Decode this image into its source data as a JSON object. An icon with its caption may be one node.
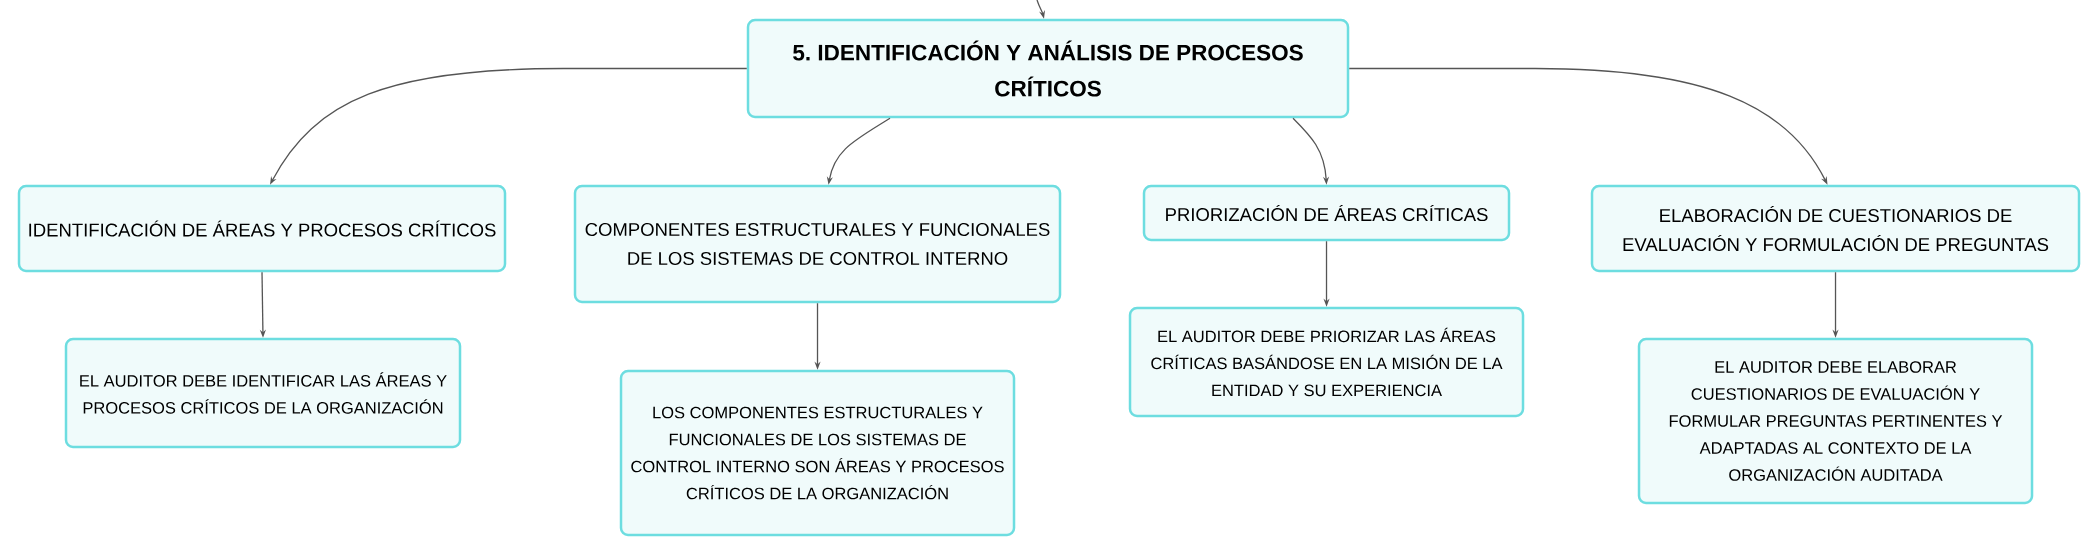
{
  "diagram": {
    "nodes": [
      {
        "text": [
          "5. IDENTIFICACIÓN Y ANÁLISIS DE PROCESOS CRÍTICOS"
        ]
      },
      {
        "text": [
          "IDENTIFICACIÓN DE ÁREAS Y PROCESOS CRÍTICOS"
        ]
      },
      {
        "text": [
          "EL AUDITOR DEBE IDENTIFICAR LAS ÁREAS Y PROCESOS CRÍTICOS DE LA ORGANIZACIÓN"
        ]
      },
      {
        "text": [
          "COMPONENTES ESTRUCTURALES Y FUNCIONALES DE LOS SISTEMAS DE CONTROL INTERNO"
        ]
      },
      {
        "text": [
          "LOS COMPONENTES ESTRUCTURALES Y FUNCIONALES DE LOS SISTEMAS DE CONTROL INTERNO SON ÁREAS Y PROCESOS CRÍTICOS DE LA ORGANIZACIÓN"
        ]
      },
      {
        "text": [
          "PRIORIZACIÓN DE ÁREAS CRÍTICAS"
        ]
      },
      {
        "text": [
          "EL AUDITOR DEBE PRIORIZAR LAS ÁREAS CRÍTICAS BASÁNDOSE EN LA MISIÓN DE LA ENTIDAD Y SU EXPERIENCIA"
        ]
      },
      {
        "text": [
          "ELABORACIÓN DE CUESTIONARIOS DE EVALUACIÓN Y FORMULACIÓN DE PREGUNTAS"
        ]
      },
      {
        "text": [
          "EL AUDITOR DEBE ELABORAR CUESTIONARIOS DE EVALUACIÓN Y FORMULAR PREGUNTAS PERTINENTES Y ADAPTADAS AL CONTEXTO DE LA ORGANIZACIÓN AUDITADA"
        ]
      }
    ],
    "edges": [
      {
        "from": null,
        "to": 0,
        "arrow": "to"
      },
      {
        "from": 0,
        "to": 1,
        "arrow": "to"
      },
      {
        "from": 0,
        "to": 3,
        "arrow": "to"
      },
      {
        "from": 0,
        "to": 5,
        "arrow": "to"
      },
      {
        "from": 0,
        "to": 7,
        "arrow": "to"
      },
      {
        "from": 1,
        "to": 2,
        "arrow": "to"
      },
      {
        "from": 3,
        "to": 4,
        "arrow": "to"
      },
      {
        "from": 5,
        "to": 6,
        "arrow": "to"
      },
      {
        "from": 7,
        "to": 8,
        "arrow": "to"
      }
    ]
  }
}
